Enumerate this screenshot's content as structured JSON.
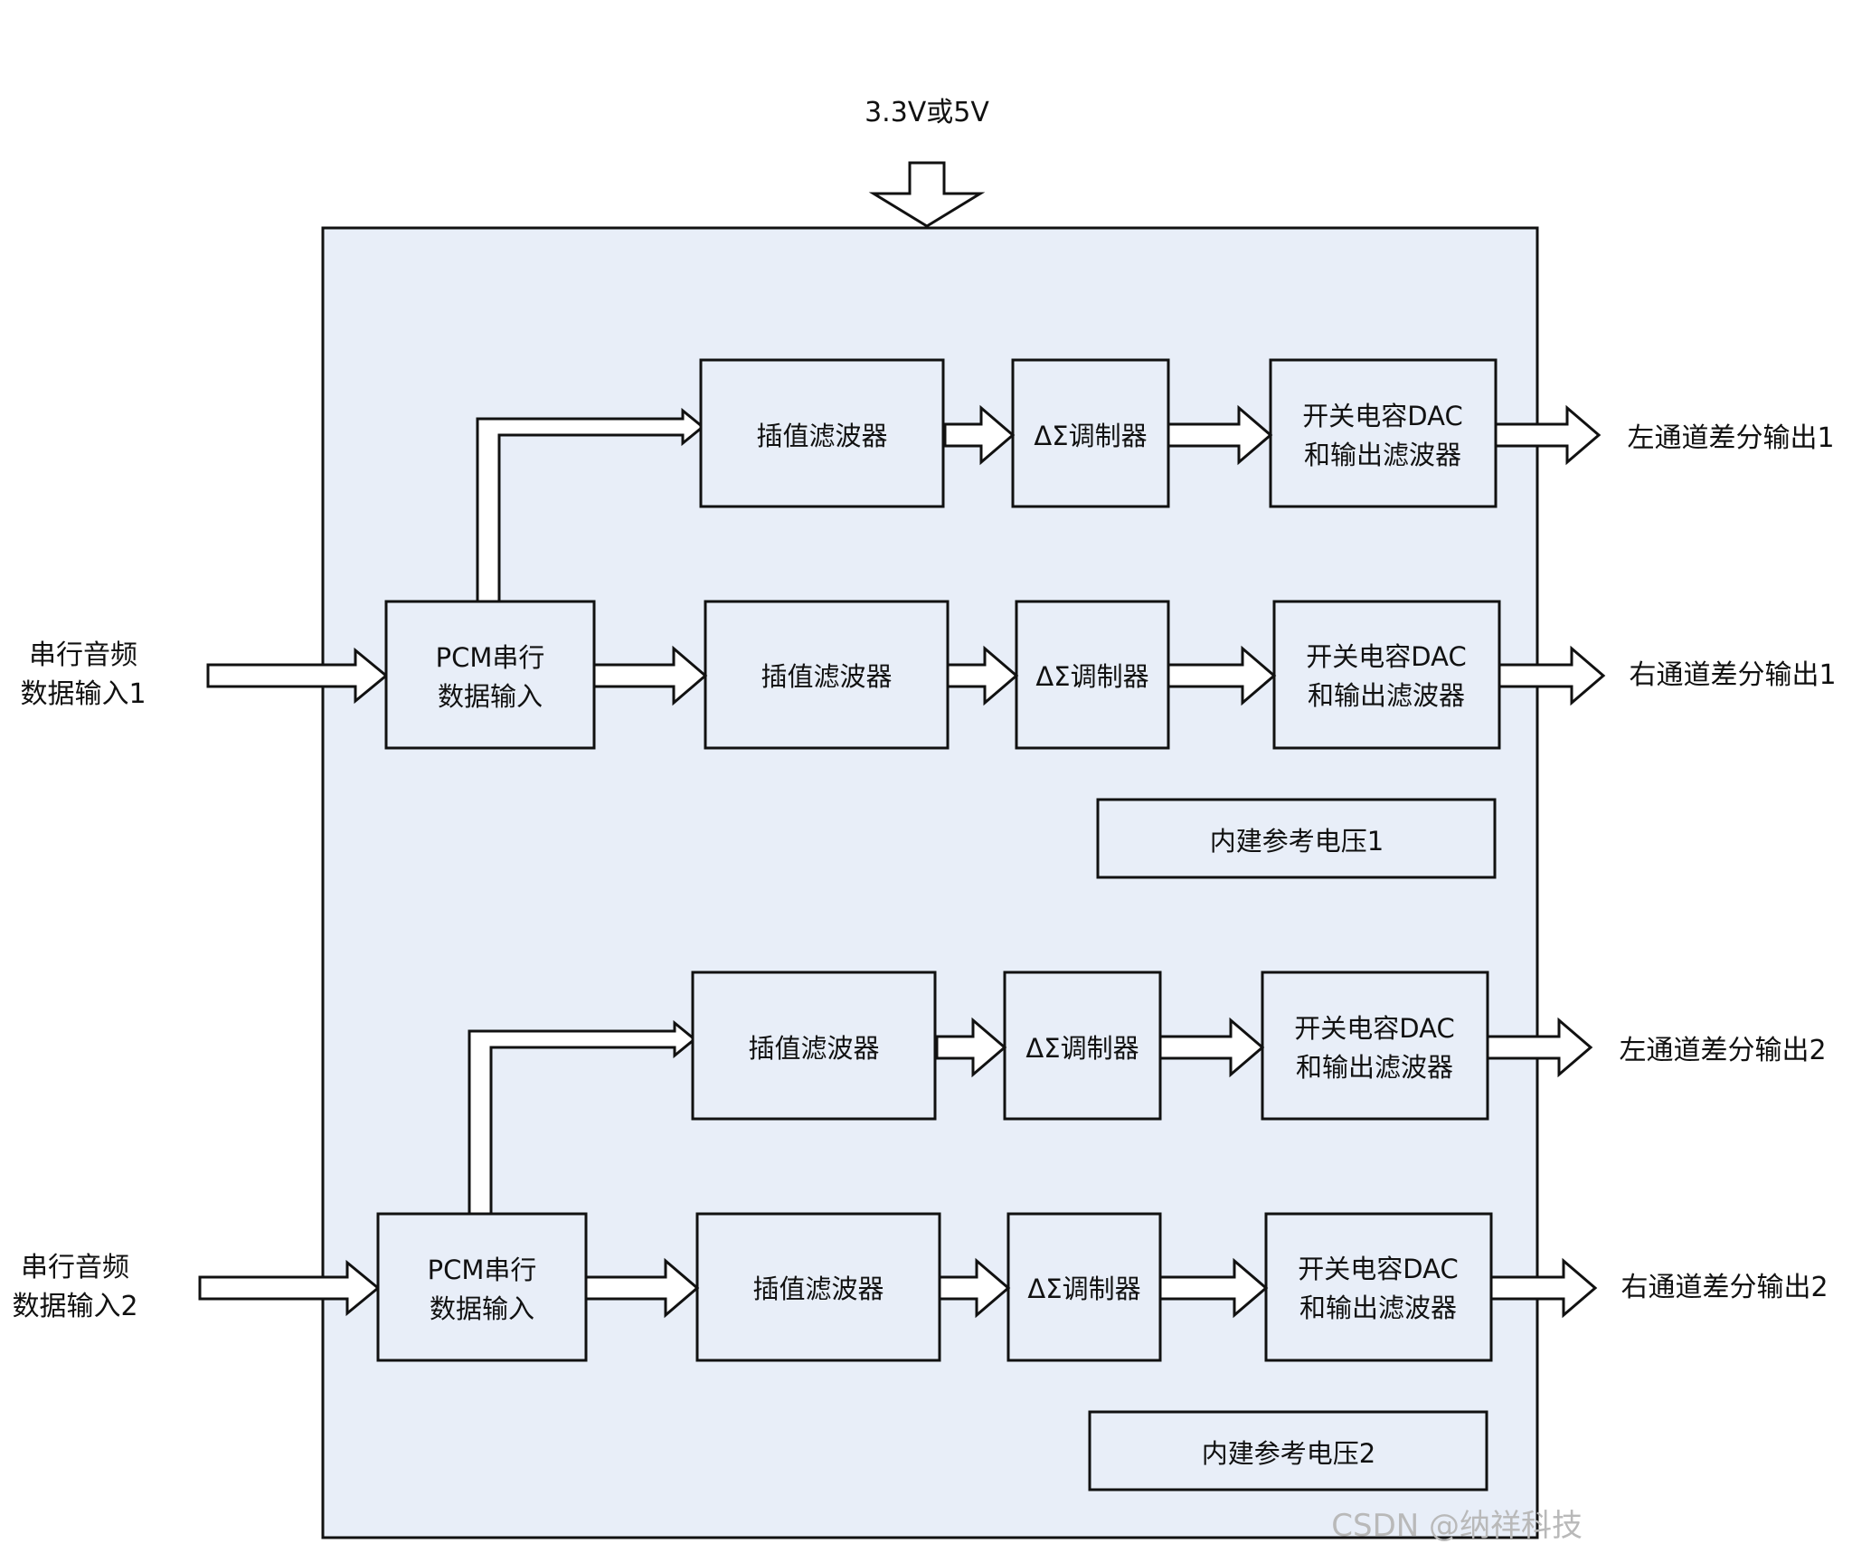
{
  "supply": {
    "label": "3.3V或5V"
  },
  "blocks": {
    "pcm": [
      "PCM串行",
      "数据输入"
    ],
    "interp": "插值滤波器",
    "mod": "ΔΣ调制器",
    "dac": [
      "开关电容DAC",
      "和输出滤波器"
    ]
  },
  "groups": [
    {
      "input": [
        "串行音频",
        "数据输入1"
      ],
      "vref": "内建参考电压1",
      "outputs": [
        "左通道差分输出1",
        "右通道差分输出1"
      ]
    },
    {
      "input": [
        "串行音频",
        "数据输入2"
      ],
      "vref": "内建参考电压2",
      "outputs": [
        "左通道差分输出2",
        "右通道差分输出2"
      ]
    }
  ],
  "watermark": "CSDN @纳祥科技",
  "colors": {
    "chip_fill": "#e8eef8",
    "block_fill": "#e8eef8",
    "stroke": "#111111",
    "arrow_fill": "#ffffff",
    "watermark": "#b9b9b9"
  }
}
